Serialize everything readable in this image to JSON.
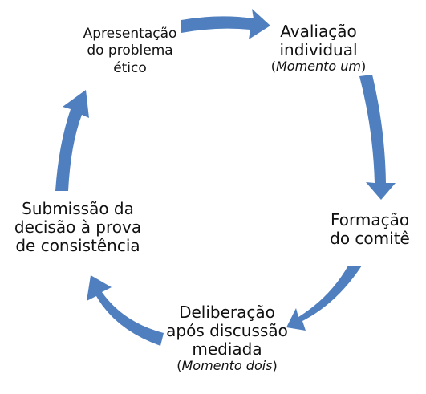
{
  "diagram": {
    "accent_color": "#4f7fbf",
    "nodes": [
      {
        "lines": [
          "Apresentação",
          "do problema",
          "ético"
        ]
      },
      {
        "lines": [
          "Avaliação",
          "individual"
        ],
        "note": {
          "before": "(",
          "italic": "Momento um",
          "after": ")"
        }
      },
      {
        "lines": [
          "Formação",
          "do comitê"
        ]
      },
      {
        "lines": [
          "Deliberação",
          "após discussão",
          "mediada"
        ],
        "note": {
          "before": "(",
          "italic": "Momento dois",
          "after": ")"
        }
      },
      {
        "lines": [
          "Submissão da",
          "decisão à prova",
          "de consistência"
        ]
      }
    ]
  }
}
